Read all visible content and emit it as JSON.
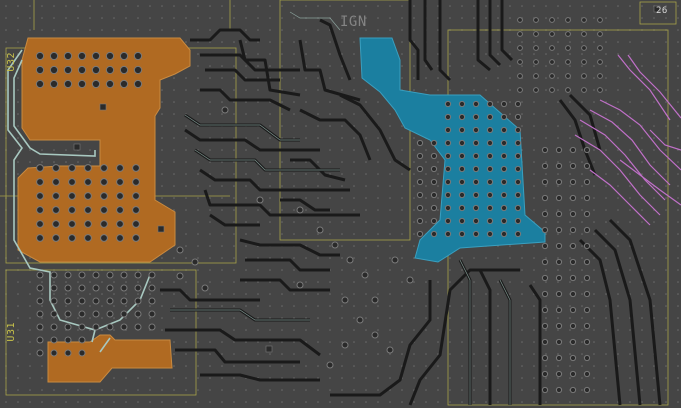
{
  "layer_colors": {
    "background": "#454545",
    "copper_trace": "#1a1a1a",
    "trace_outline": "#a8c8c0",
    "pour_copper": "#b06a22",
    "pour_signal": "#1b7fa0",
    "purple_traces": "#c070c8",
    "silkscreen": "#c8c24a",
    "via": "#2a2a2a",
    "via_ring": "#7a7a7a"
  },
  "labels": {
    "u32": "U32",
    "u31": "U31",
    "ign": "IGN",
    "corner": "26"
  },
  "icons": {
    "pad_square": "square-pad-icon",
    "via": "via-icon"
  }
}
